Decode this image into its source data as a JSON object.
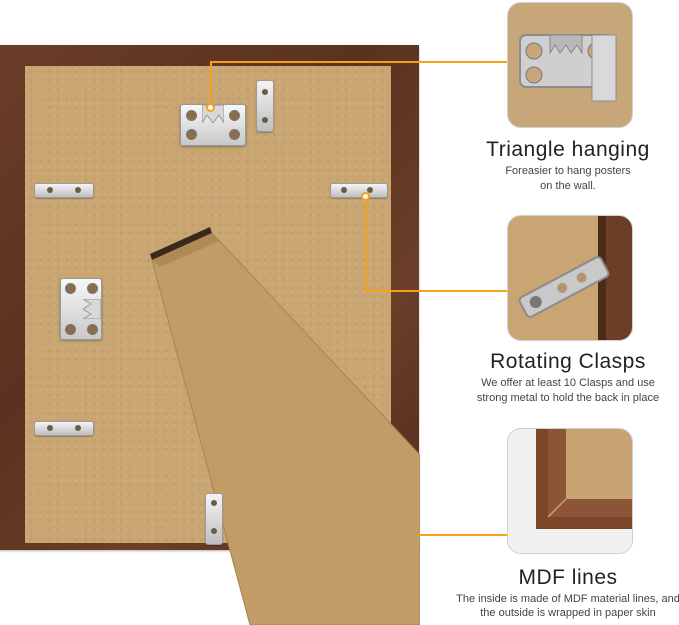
{
  "colors": {
    "accent": "#f5a21a",
    "frame": "#5e3522",
    "backing": "#c9a572"
  },
  "features": [
    {
      "title": "Triangle hanging",
      "desc_line1": "Foreasier to hang posters",
      "desc_line2": "on the wall."
    },
    {
      "title": "Rotating Clasps",
      "desc_line1": "We offer at least 10 Clasps and use",
      "desc_line2": "strong metal to hold the back in place"
    },
    {
      "title": "MDF lines",
      "desc_line1": "The inside is made of MDF material lines, and",
      "desc_line2": "the outside is wrapped in paper skin"
    }
  ]
}
